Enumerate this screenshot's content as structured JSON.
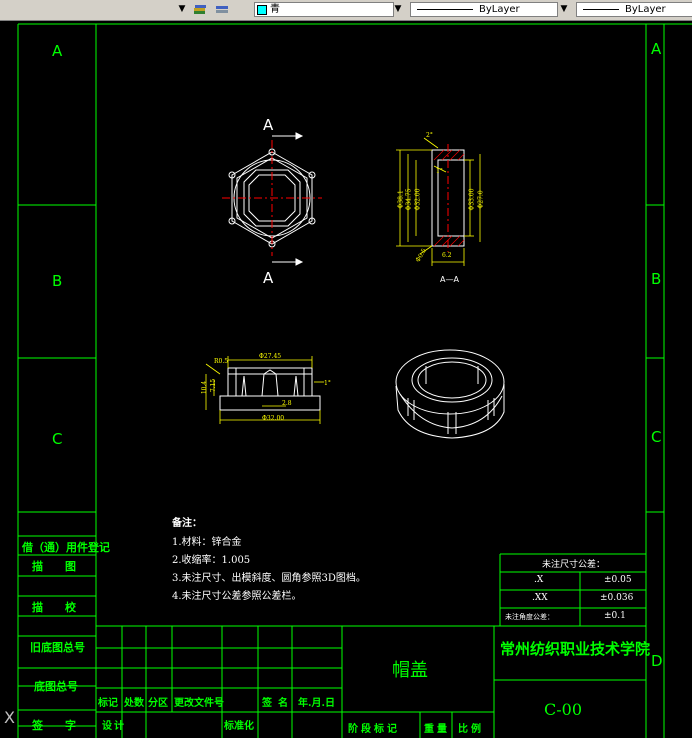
{
  "toolbar": {
    "color_name": "青",
    "linetype": "ByLayer",
    "lineweight": "ByLayer"
  },
  "zones": {
    "left": [
      "A",
      "B",
      "C"
    ],
    "right": [
      "A",
      "B",
      "C",
      "D"
    ]
  },
  "view_labels": {
    "section_a_top": "A",
    "section_a_bottom": "A",
    "section_view": "A—A"
  },
  "dimensions": {
    "side_d1": "Φ38.1",
    "side_d2": "Φ34.75",
    "side_d3": "Φ32.00",
    "side_d4": "Φ33.00",
    "side_d5": "Φ27.0",
    "side_w": "6.2",
    "side_small": "Φ0.5",
    "side_angle": "1°",
    "side_angle2": "2°",
    "front_top": "Φ27.45",
    "front_r": "R0.5",
    "front_h1": "10.4",
    "front_h2": "7.15",
    "front_h3": "2.8",
    "front_bottom": "Φ32.00",
    "front_angle": "1°"
  },
  "notes": {
    "title": "备注：",
    "items": [
      "1.材料：锌合金",
      "2.收缩率：1.005",
      "3.未注尺寸、出模斜度、圆角参照3D图档。",
      "4.未注尺寸公差参照公差栏。"
    ]
  },
  "tolerance": {
    "title": "未注尺寸公差：",
    "rows": [
      {
        "key": ".X",
        "value": "±0.05"
      },
      {
        "key": ".XX",
        "value": "±0.036"
      },
      {
        "key": "未注角度公差：",
        "value": "±0.1"
      }
    ]
  },
  "left_strip": {
    "r1": "借（通）用件登记",
    "r2": "描　　图",
    "r3": "描　　校",
    "r4": "旧底图总号",
    "r5": "底图总号",
    "r6": "签　　字"
  },
  "title_block": {
    "part_name": "帽盖",
    "school": "常州纺织职业技术学院",
    "drawing_no": "C-00",
    "rev_headers": [
      "标记",
      "处数",
      "分区",
      "更改文件号",
      "签名",
      "年.月.日"
    ],
    "design": "设计",
    "standard": "标准化",
    "stage_headers": [
      "阶段标记",
      "重量",
      "比例"
    ]
  },
  "mark": "X"
}
